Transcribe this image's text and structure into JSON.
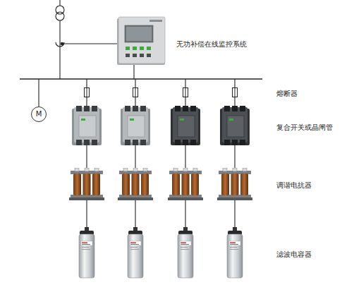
{
  "diagram": {
    "nodes": [
      {
        "text": [
          "M"
        ]
      }
    ],
    "labels": [
      "无功补偿在线监控系统",
      "熔断器",
      "复合开关或晶闸管",
      "调谐电抗器",
      "滤波电容器"
    ]
  }
}
